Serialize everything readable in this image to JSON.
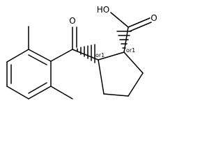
{
  "molecule": {
    "atoms": {
      "hydroxyl": "HO",
      "acid_carbonyl_oxygen": "O",
      "ketone_oxygen": "O"
    },
    "stereo_labels": {
      "ring_carbon_1": "or1",
      "ring_carbon_2": "or1"
    }
  }
}
